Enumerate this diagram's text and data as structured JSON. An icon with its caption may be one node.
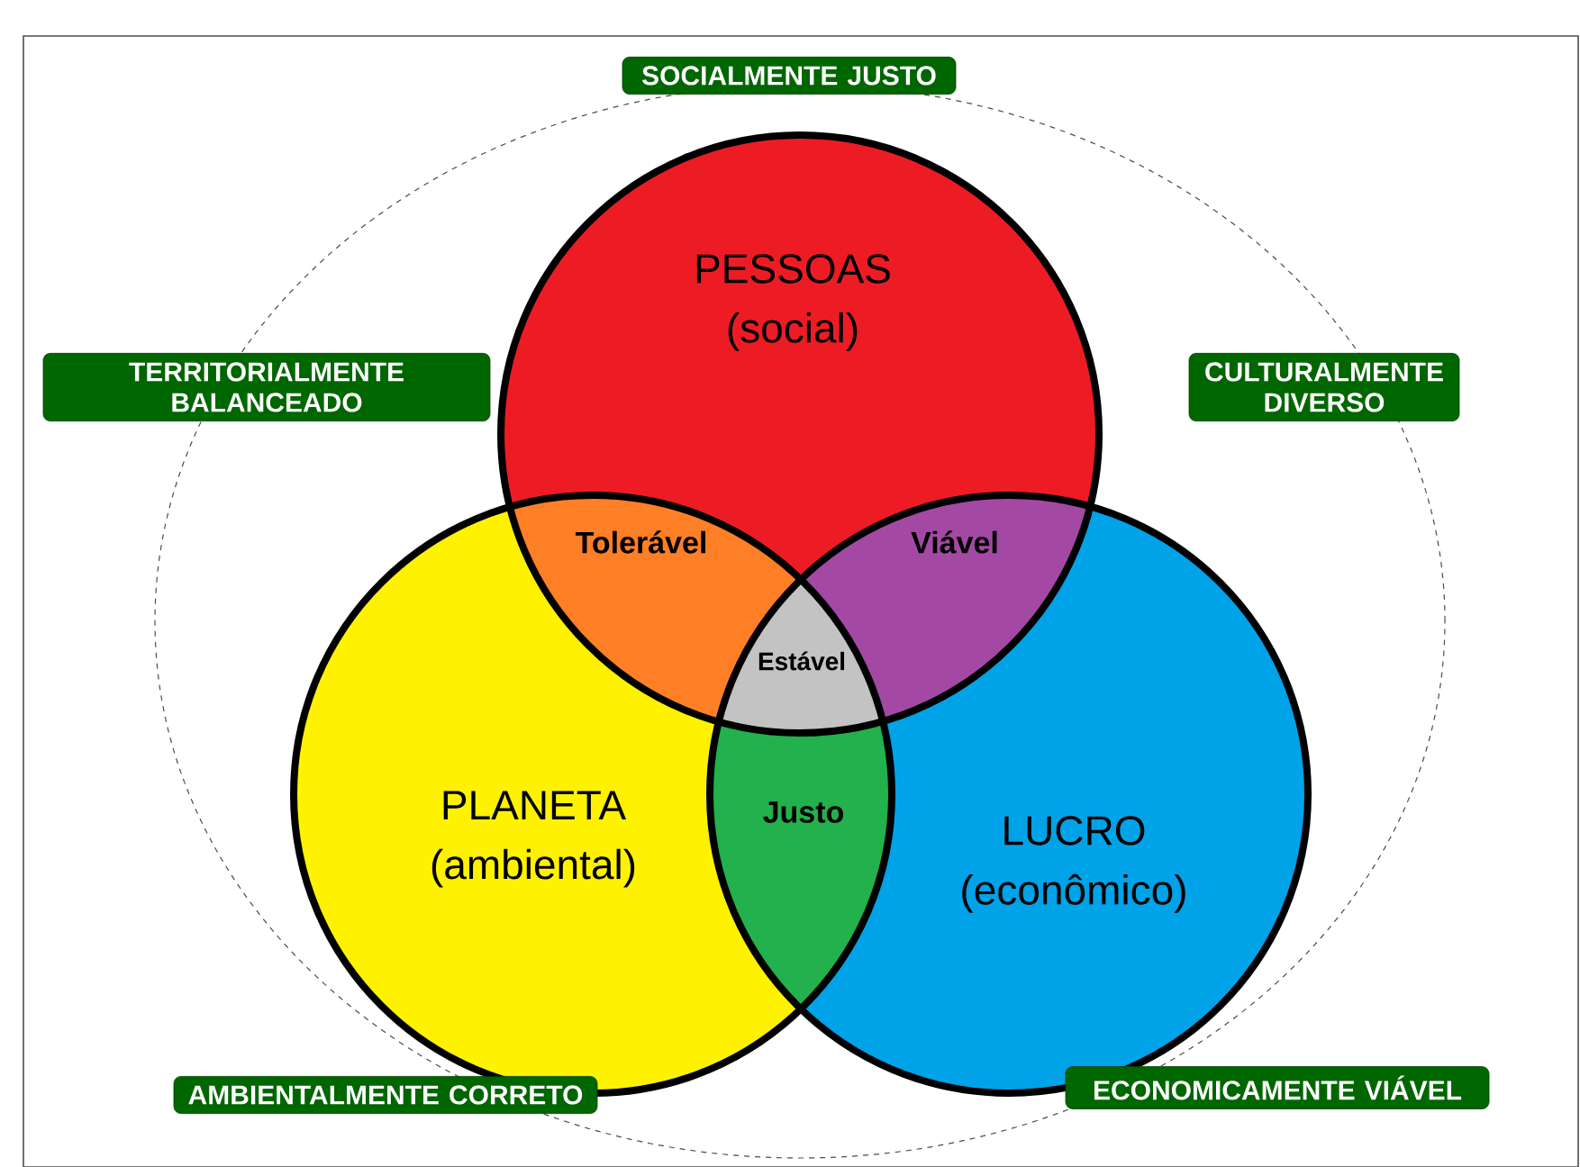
{
  "diagram": {
    "nodes": [
      {
        "text": [
          "SOCIALMENTE JUSTO"
        ]
      },
      {
        "text": [
          "TERRITORIALMENTE BALANCEADO"
        ]
      },
      {
        "text": [
          "CULTURALMENTE DIVERSO"
        ]
      },
      {
        "text": [
          "PESSOAS (social)"
        ]
      },
      {
        "text": [
          "PLANETA (ambiental)"
        ]
      },
      {
        "text": [
          "LUCRO (econômico)"
        ]
      },
      {
        "text": [
          "AMBIENTALMENTE CORRETO"
        ]
      },
      {
        "text": [
          "ECONOMICAMENTE VIÁVEL"
        ]
      }
    ],
    "labels": [
      "Tolerável",
      "Viável",
      "Estável",
      "Justo"
    ]
  }
}
